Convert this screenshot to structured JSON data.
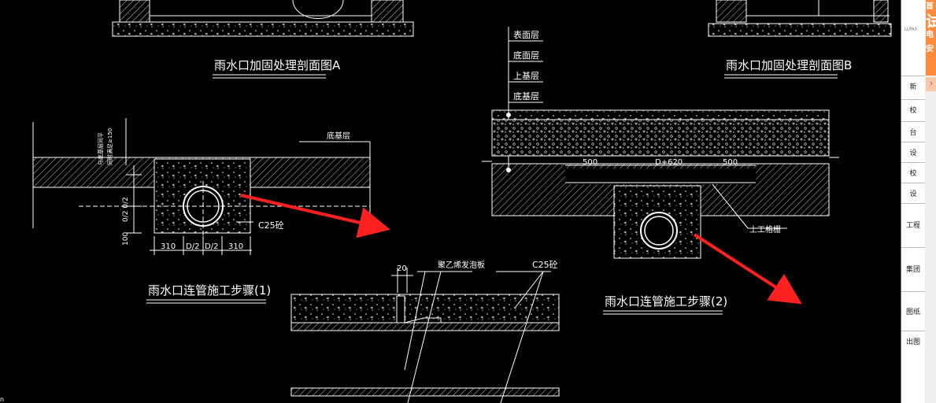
{
  "drawing": {
    "title_section_a": "雨水口加固处理剖面图A",
    "title_section_b": "雨水口加固处理剖面图B",
    "title_step1": "雨水口连管施工步骤(1)",
    "title_step2": "雨水口连管施工步骤(2)",
    "layers": [
      "表面层",
      "底面层",
      "上基层",
      "底基层"
    ],
    "label_base_layer": "底基层",
    "label_c25_left": "C25砼",
    "label_c25_bottom": "C25砼",
    "label_geogrid": "土工格栅",
    "label_foam": "聚乙烯发泡板",
    "note_vertical": "与底基层同平",
    "note_vertical2": "同时满足≥150",
    "dim_d2_vertical": "0/2 0/2",
    "dim_100": "100",
    "dims_bottom_left": [
      "310",
      "D/2",
      "D/2",
      "310"
    ],
    "dims_right": [
      "500",
      "D+620",
      "500"
    ],
    "dim_20": "20",
    "corner_label": "n"
  },
  "sidebar": {
    "brand": "LLPAS",
    "ad_text": [
      "首",
      "试",
      "电",
      "安"
    ],
    "menu_items": [
      "新",
      "校",
      "台",
      "设",
      "校",
      "设",
      "工程",
      "集团",
      "图纸",
      "出图"
    ]
  },
  "colors": {
    "line": "#ffffff",
    "arrow": "#ff2020",
    "background": "#000000"
  }
}
